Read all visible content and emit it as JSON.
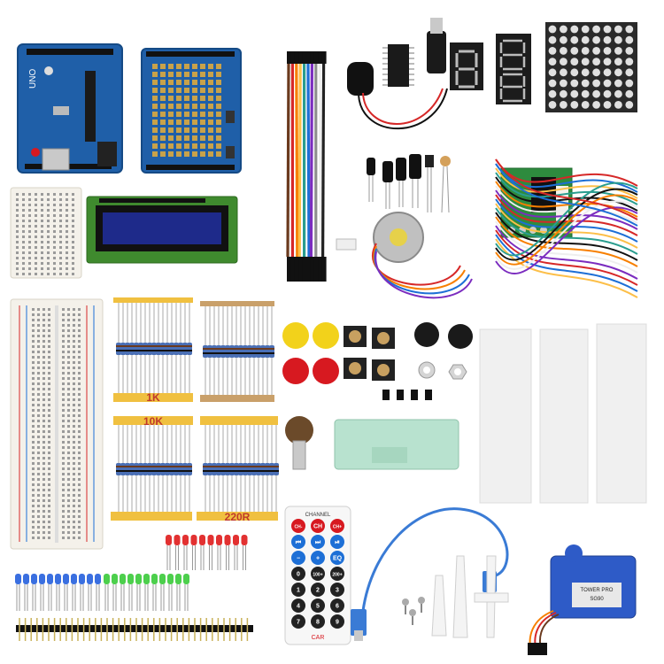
{
  "product": {
    "tape_labels": {
      "r1": "1K",
      "r2": "10K",
      "r3": "220R"
    },
    "remote": {
      "header": "CHANNEL",
      "keys": [
        [
          "CH-",
          "CH",
          "CH+"
        ],
        [
          "⏮",
          "⏭",
          "⏯"
        ],
        [
          "−",
          "+",
          "EQ"
        ],
        [
          "0",
          "100+",
          "200+"
        ],
        [
          "1",
          "2",
          "3"
        ],
        [
          "4",
          "5",
          "6"
        ],
        [
          "7",
          "8",
          "9"
        ]
      ],
      "logo": "CAR"
    },
    "servo_label": "TOWER PRO",
    "servo_model": "SG90",
    "colors": {
      "pcb_blue": "#1f5fa8",
      "breadboard": "#f4f1ea",
      "lcd_green": "#3f8a2e",
      "wire_rainbow": [
        "#6b3a1e",
        "#d62828",
        "#f77f00",
        "#fcbf49",
        "#2a9d8f",
        "#1d6fd6",
        "#7b2cbf",
        "#8d8d8d",
        "#eeeeee",
        "#222222"
      ],
      "button_yellow": "#f2d21b",
      "button_red": "#d71920",
      "led_blue": "#3a6fe0",
      "led_green": "#4ccf4c",
      "led_red": "#e23131",
      "servo_blue": "#2e5bc7",
      "usb_blue": "#3a7bd5"
    }
  }
}
